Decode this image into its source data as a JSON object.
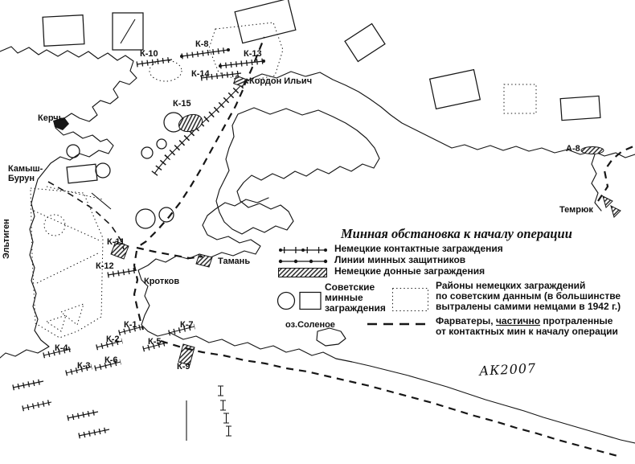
{
  "colors": {
    "ink": "#161616",
    "paper": "#ffffff"
  },
  "title": "Минная обстановка к началу операции",
  "signature": "АК2007",
  "labels": {
    "k1": "К-1",
    "k2": "К-2",
    "k3": "К-3",
    "k4": "К-4",
    "k5": "К-5",
    "k6": "К-6",
    "k7": "К-7",
    "k8": "К-8",
    "k9": "К-9",
    "k10": "К-10",
    "k11": "К-11",
    "k12": "К-12",
    "k13": "К-13",
    "k14": "К-14",
    "k15": "К-15",
    "a8": "А-8",
    "kerch": "Керчь",
    "kamysh1": "Камыш-",
    "kamysh2": "Бурун",
    "eltigen": "Эльтиген",
    "kordon": "Кордон Ильич",
    "taman": "Тамань",
    "krotkov": "Кротков",
    "temryuk": "Темрюк",
    "solenoe": "оз.Соленое"
  },
  "legend": {
    "german_contact": "Немецкие контактные заграждения",
    "mine_defenders": "Линии минных защитников",
    "german_bottom": "Немецкие донные заграждения",
    "soviet1": "Советские",
    "soviet2": "минные",
    "soviet3": "заграждения",
    "areas1": "Районы немецких заграждений",
    "areas2": "по советским данным (в большинстве",
    "areas3": "вытралены самими немцами в 1942 г.)",
    "fair1a": "Фарватеры, ",
    "fair1b": "частично",
    "fair1c": " протраленные",
    "fair2": "от контактных мин к началу операции"
  }
}
